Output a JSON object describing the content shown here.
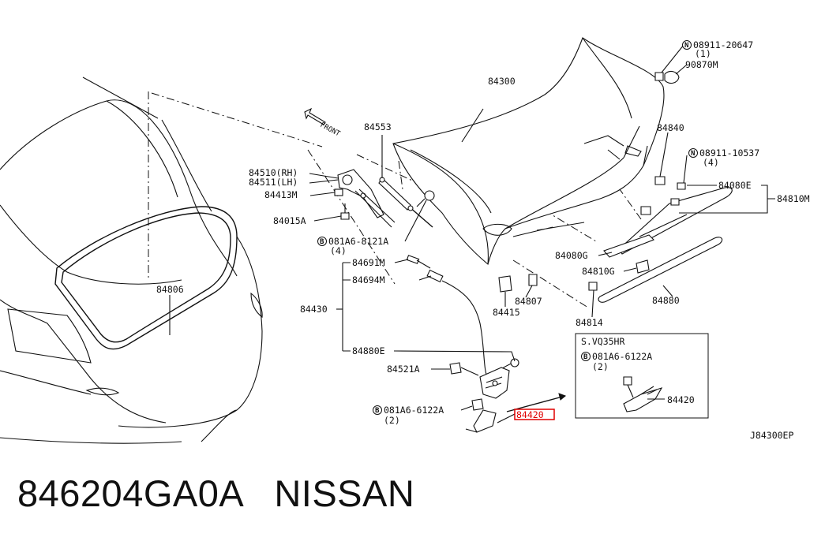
{
  "caption": {
    "part_number": "846204GA0A",
    "brand": "NISSAN"
  },
  "diagram_code": "J84300EP",
  "front_label": "FRONT",
  "inset": {
    "title": "S.VQ35HR",
    "part_ref": "081A6-6122A",
    "qty": "(2)",
    "part_label": "84420"
  },
  "highlighted_part": "84420",
  "labels": {
    "p84300": "84300",
    "p84553": "84553",
    "p84510": "84510(RH)",
    "p84511": "84511(LH)",
    "p84413": "84413M",
    "p84015": "84015A",
    "b8121": "081A6-8121A",
    "b8121q": "(4)",
    "p84806": "84806",
    "p84691": "84691M",
    "p84694": "84694M",
    "p84430": "84430",
    "p84880e": "84880E",
    "p84521": "84521A",
    "b6122": "081A6-6122A",
    "b6122q": "(2)",
    "p84420": "84420",
    "p84415": "84415",
    "p84807": "84807",
    "p84814": "84814",
    "p84880": "84880",
    "p84810g": "84810G",
    "p84080g": "84080G",
    "p84080e": "84080E",
    "p84810m": "84810M",
    "p84840": "84840",
    "n10537": "08911-10537",
    "n10537q": "(4)",
    "n20647": "08911-20647",
    "n20647q": "(1)",
    "p90870": "90870M"
  },
  "symbols": {
    "bolt": "B",
    "nut": "N"
  }
}
